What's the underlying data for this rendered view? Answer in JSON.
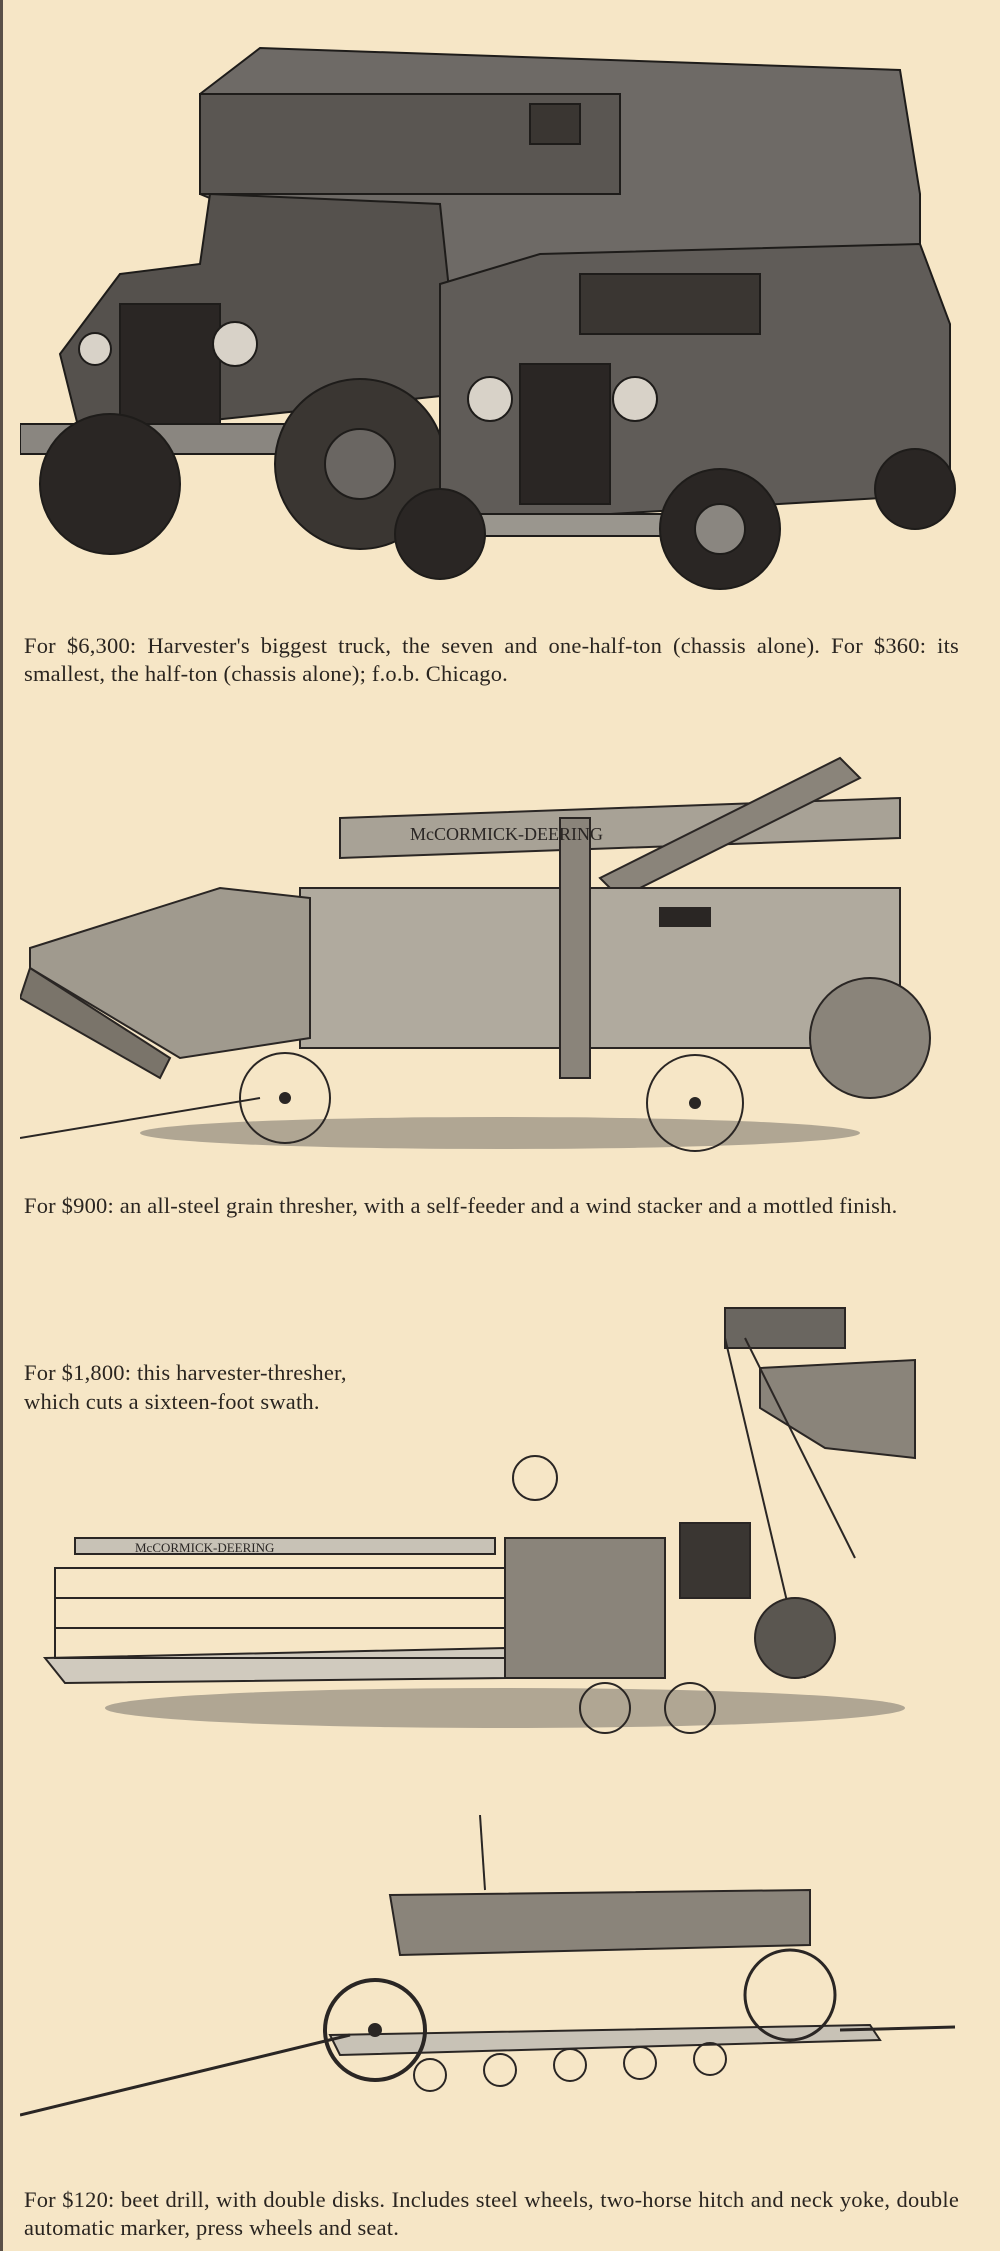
{
  "page": {
    "items": [
      {
        "caption": "For $6,300: Harvester's biggest truck, the seven and one-half-ton (chassis alone). For $360: its smallest, the half-ton (chassis alone); f.o.b. Chicago.",
        "image": "trucks-illustration"
      },
      {
        "caption": "For $900: an all-steel grain thresher, with a self-feeder and a wind stacker and a mottled finish.",
        "image": "grain-thresher-illustration",
        "machine_lettering": "McCORMICK-DEERING"
      },
      {
        "caption_line1": "For $1,800: this harvester-thresher,",
        "caption_line2": "which cuts a sixteen-foot swath.",
        "image": "harvester-thresher-illustration",
        "machine_lettering": "McCORMICK-DEERING"
      },
      {
        "caption": "For $120: beet drill, with double disks. Includes steel wheels, two-horse hitch and neck yoke, double automatic marker, press wheels and seat.",
        "image": "beet-drill-illustration"
      }
    ]
  },
  "colors": {
    "paper": "#f6e6c6",
    "ink": "#2a2520"
  }
}
